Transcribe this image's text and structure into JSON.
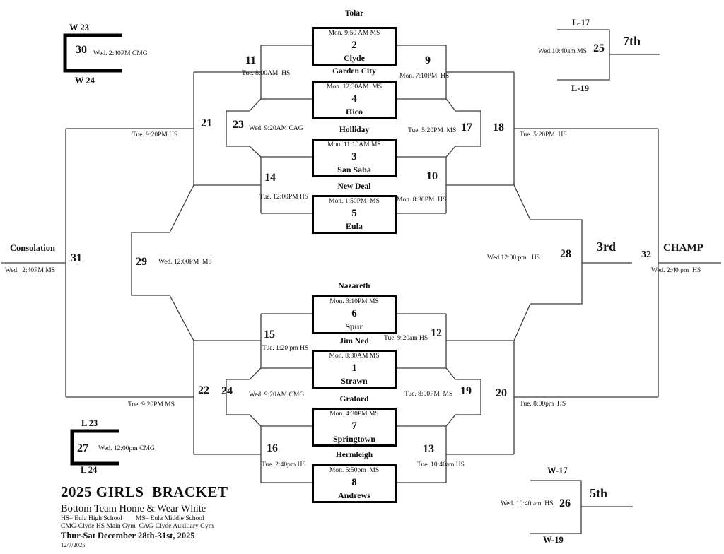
{
  "title_block": {
    "title": "2025 GIRLS  BRACKET",
    "note": "Bottom Team Home & Wear White",
    "legend1": "HS– Eula High School        MS– Eula Middle School",
    "legend2": "CMG-Clyde HS Main Gym  CAG-Clyde Auxiliary Gym",
    "dates": "Thur-Sat December 28th-31st, 2025",
    "revision": "12/7/2025"
  },
  "first_round": {
    "b2": {
      "num": "2",
      "top_team": "Tolar",
      "bottom_team": "Clyde",
      "time": "Mon. 9:50 AM MS"
    },
    "b4": {
      "num": "4",
      "top_team": "Garden City",
      "bottom_team": "Hico",
      "time": "Mon. 12:30AM  MS"
    },
    "b3": {
      "num": "3",
      "top_team": "Holliday",
      "bottom_team": "San Saba",
      "time": "Mon. 11:10AM MS"
    },
    "b5": {
      "num": "5",
      "top_team": "New Deal",
      "bottom_team": "Eula",
      "time": "Mon. 1:50PM  MS"
    },
    "b6": {
      "num": "6",
      "top_team": "Nazareth",
      "bottom_team": "Spur",
      "time": "Mon. 3:10PM MS"
    },
    "b1": {
      "num": "1",
      "top_team": "Jim Ned",
      "bottom_team": "Strawn",
      "time": "Mon. 8:30AM MS"
    },
    "b7": {
      "num": "7",
      "top_team": "Graford",
      "bottom_team": "Springtown",
      "time": "Mon. 4:30PM MS"
    },
    "b8": {
      "num": "8",
      "top_team": "Hermleigh",
      "bottom_team": "Andrews",
      "time": "Mon. 5:50pm  MS"
    }
  },
  "games": {
    "g9": {
      "num": "9",
      "time": "Mon. 7:10PM  HS"
    },
    "g10": {
      "num": "10",
      "time": "Mon. 8:30PM  HS"
    },
    "g11": {
      "num": "11",
      "time": "Tue. 8:00AM  HS"
    },
    "g12": {
      "num": "12",
      "time": "Tue. 9:20am HS"
    },
    "g13": {
      "num": "13",
      "time": "Tue. 10:40am HS"
    },
    "g14": {
      "num": "14",
      "time": "Tue. 12:00PM HS"
    },
    "g15": {
      "num": "15",
      "time": "Tue. 1:20 pm HS"
    },
    "g16": {
      "num": "16",
      "time": "Tue. 2:40pm HS"
    },
    "g17": {
      "num": "17",
      "time": "Tue. 5:20PM  MS"
    },
    "g18": {
      "num": "18",
      "time": "Tue. 5:20PM  HS"
    },
    "g19": {
      "num": "19",
      "time": "Tue. 8:00PM  MS"
    },
    "g20": {
      "num": "20",
      "time": "Tue. 8:00pm  HS"
    },
    "g21": {
      "num": "21",
      "time": "Tue. 9:20PM HS"
    },
    "g22": {
      "num": "22",
      "time": "Tue. 9:20PM MS"
    },
    "g23": {
      "num": "23",
      "time": "Wed. 9:20AM CAG"
    },
    "g24": {
      "num": "24",
      "time": "Wed. 9:20AM CMG"
    },
    "g25": {
      "num": "25",
      "time": "Wed.10:40am MS"
    },
    "g26": {
      "num": "26",
      "time": "Wed. 10:40 am  HS"
    },
    "g27": {
      "num": "27",
      "time": "Wed. 12:00pm CMG"
    },
    "g28": {
      "num": "28",
      "time": "Wed.12:00 pm   HS"
    },
    "g29": {
      "num": "29",
      "time": "Wed. 12:00PM  MS"
    },
    "g30": {
      "num": "30",
      "time": "Wed. 2:40PM CMG"
    },
    "g31": {
      "num": "31",
      "time": "Wed.  2:40PM MS"
    },
    "g32": {
      "num": "32",
      "time": "Wed. 2:40 pm  HS"
    }
  },
  "placements": {
    "champ": "CHAMP",
    "third": "3rd",
    "fifth": "5th",
    "seventh": "7th",
    "consolation": "Consolation"
  },
  "feeders": {
    "w23": "W 23",
    "w24": "W 24",
    "l23": "L 23",
    "l24": "L 24",
    "l17": "L-17",
    "l19": "L-19",
    "w17": "W-17",
    "w19": "W-19"
  },
  "line_color": "#3c3c3c"
}
